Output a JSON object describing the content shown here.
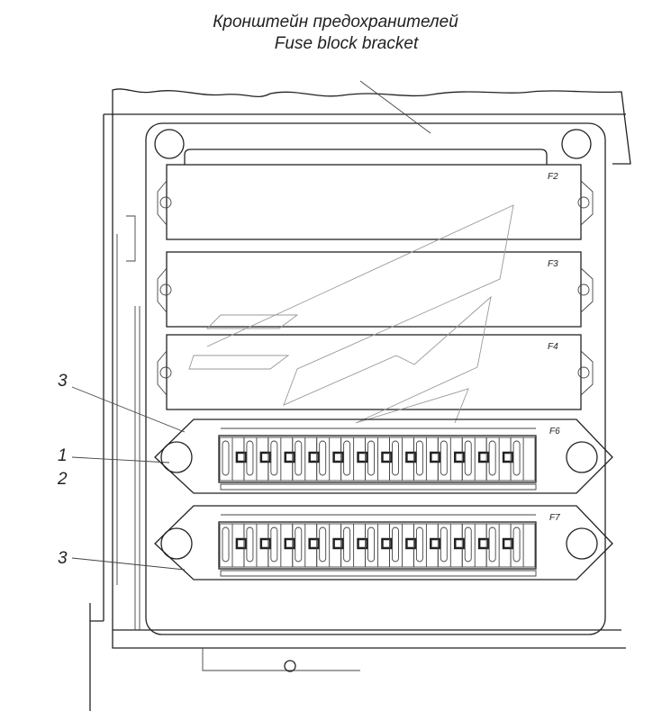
{
  "title": {
    "line_ru": "Кронштейн предохранителей",
    "line_en": "Fuse block bracket"
  },
  "callouts": {
    "upper_3": "3",
    "item_1": "1",
    "item_2": "2",
    "lower_3": "3"
  },
  "components": {
    "relays": [
      "F2",
      "F3",
      "F4"
    ],
    "fuse_blocks": [
      "F6",
      "F7"
    ],
    "fuse_slots_per_block": 13
  }
}
